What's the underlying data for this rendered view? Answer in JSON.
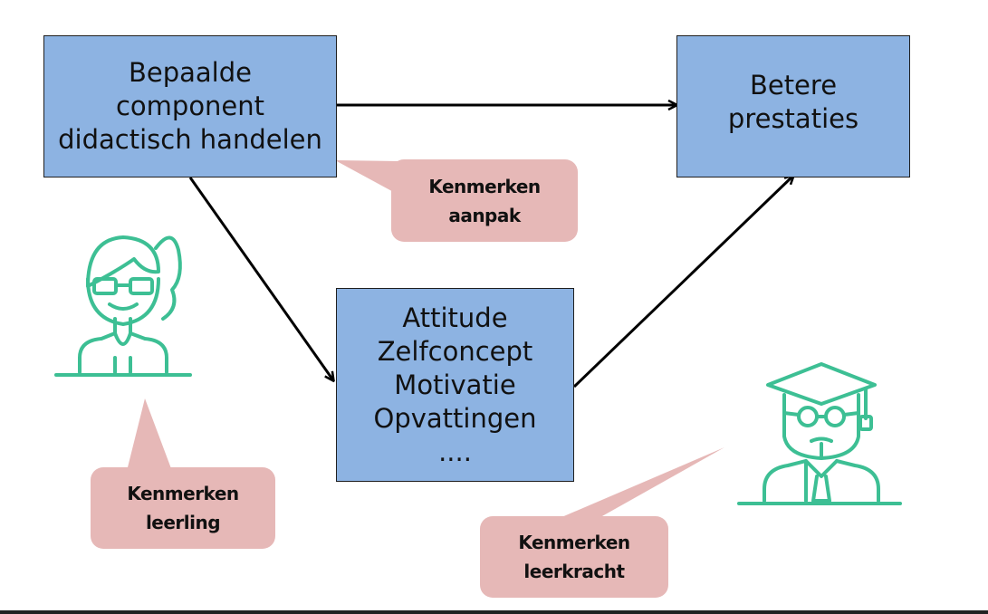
{
  "boxes": {
    "didactic": {
      "lines": [
        "Bepaalde",
        "component",
        "didactisch handelen"
      ]
    },
    "result": {
      "lines": [
        "Betere",
        "prestaties"
      ]
    },
    "mediators": {
      "lines": [
        "Attitude",
        "Zelfconcept",
        "Motivatie",
        "Opvattingen",
        "...."
      ]
    }
  },
  "callouts": {
    "approach": {
      "lines": [
        "Kenmerken",
        "aanpak"
      ]
    },
    "student": {
      "lines": [
        "Kenmerken",
        "leerling"
      ]
    },
    "teacher": {
      "lines": [
        "Kenmerken",
        "leerkracht"
      ]
    }
  },
  "icons": {
    "student": "student-girl-icon",
    "teacher": "teacher-graduate-icon"
  },
  "colors": {
    "box_fill": "#8db3e2",
    "callout_fill": "#e6b8b7",
    "icon_stroke": "#3dbf94",
    "arrow": "#000000"
  }
}
